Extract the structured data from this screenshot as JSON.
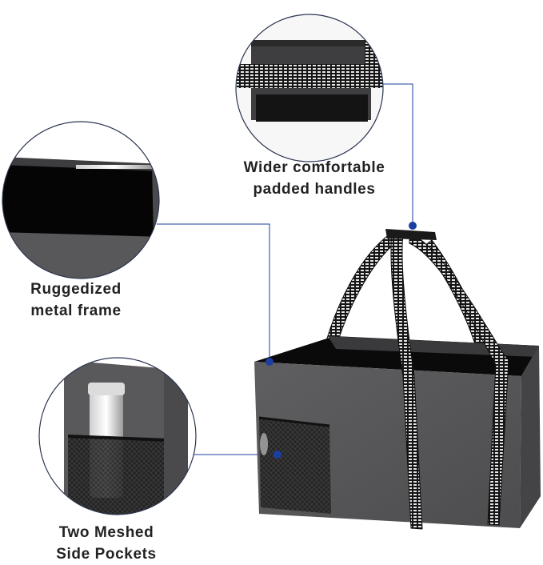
{
  "colors": {
    "accent": "#1b3fa0",
    "bag_fabric": "#58585a",
    "bag_interior": "#0a0a0a",
    "strap": "#151515",
    "strap_stitch": "#e6e6e6",
    "callout_ring": "#2b3550",
    "caption_text": "#222222"
  },
  "callouts": [
    {
      "id": "handles",
      "lines": [
        "Wider comfortable",
        "padded handles"
      ]
    },
    {
      "id": "frame",
      "lines": [
        "Ruggedized",
        "metal frame"
      ]
    },
    {
      "id": "pockets",
      "lines": [
        "Two Meshed",
        "Side Pockets"
      ]
    }
  ]
}
